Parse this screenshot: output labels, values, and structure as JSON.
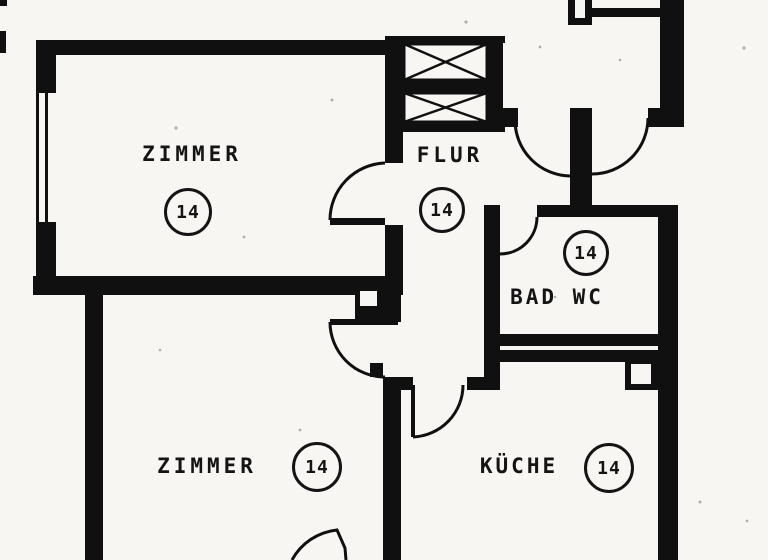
{
  "plan": {
    "document_kind": "apartment floor plan (scanned)",
    "rooms": [
      {
        "id": "zimmer-1",
        "label": "ZIMMER",
        "number": "14"
      },
      {
        "id": "flur",
        "label": "FLUR",
        "number": "14"
      },
      {
        "id": "bad-wc",
        "label": "BAD WC",
        "number": "14"
      },
      {
        "id": "zimmer-2",
        "label": "ZIMMER",
        "number": "14"
      },
      {
        "id": "kueche",
        "label": "KÜCHE",
        "number": "14"
      }
    ],
    "symbols": [
      "door-swing-arc",
      "window-double-line",
      "installation-shaft-x-box",
      "entrance-door-frame",
      "duct-notch-square"
    ],
    "colors": {
      "ink": "#101010",
      "paper": "#f7f6f2",
      "speck": "#8a8a85"
    }
  }
}
